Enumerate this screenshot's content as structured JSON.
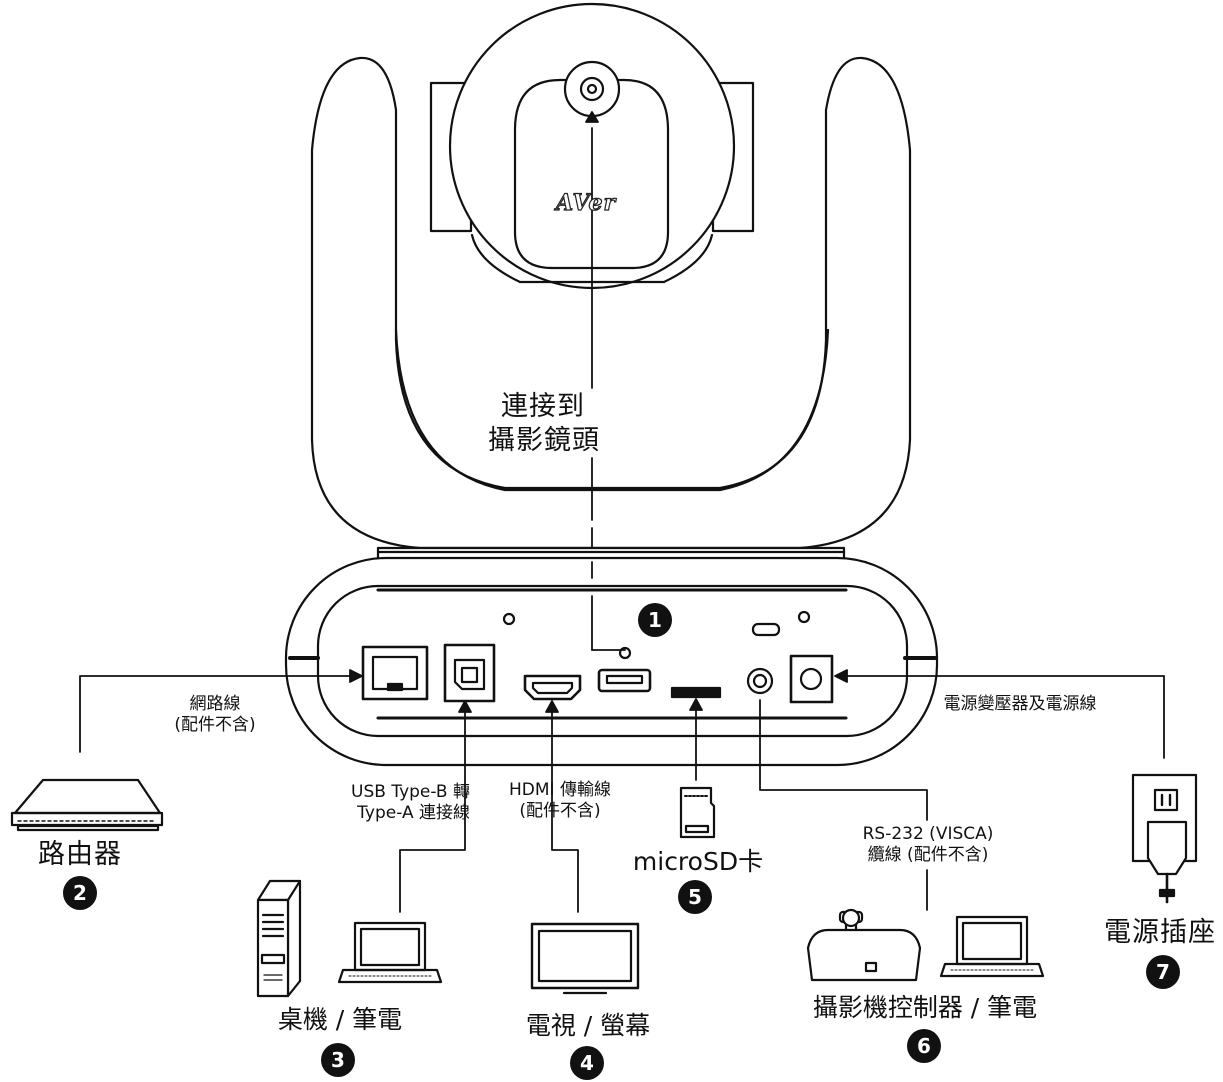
{
  "brand": {
    "logo": "AVer"
  },
  "callouts": {
    "lens": {
      "line1": "連接到",
      "line2": "攝影鏡頭"
    },
    "lan_cable": {
      "line1": "網路線",
      "line2": "(配件不含)"
    },
    "usb_cable": {
      "line1": "USB Type-B 轉",
      "line2": "Type-A 連接線"
    },
    "hdmi_cable": {
      "line1": "HDMI 傳輸線",
      "line2": "(配件不含)"
    },
    "rs232_cable": {
      "line1": "RS-232 (VISCA)",
      "line2": "纜線 (配件不含)"
    },
    "power_cable": {
      "label": "電源變壓器及電源線"
    }
  },
  "devices": {
    "router": {
      "label": "路由器",
      "badge": "2"
    },
    "pc": {
      "label": "桌機 / 筆電",
      "badge": "3"
    },
    "tv": {
      "label": "電視 / 螢幕",
      "badge": "4"
    },
    "microsd": {
      "label": "microSD卡",
      "badge": "5"
    },
    "controller": {
      "label": "攝影機控制器 / 筆電",
      "badge": "6"
    },
    "outlet": {
      "label": "電源插座",
      "badge": "7"
    }
  },
  "usb_port_badge": "1",
  "colors": {
    "line": "#111111",
    "badge_bg": "#111111",
    "badge_fg": "#ffffff"
  }
}
